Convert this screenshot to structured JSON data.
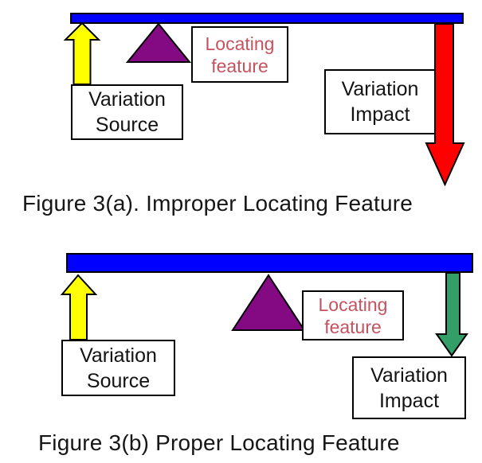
{
  "colors": {
    "beam_blue": "#0000fe",
    "arrow_yellow": "#ffff00",
    "arrow_red": "#ff0000",
    "arrow_green": "#349e68",
    "triangle_purple": "#840a84",
    "locating_text": "#c5525f",
    "diagram_text": "#131313"
  },
  "figure_a": {
    "caption": "Figure 3(a). Improper Locating Feature",
    "locating_feature_box": {
      "line1": "Locating",
      "line2": "feature"
    },
    "variation_source_box": {
      "line1": "Variation",
      "line2": "Source"
    },
    "variation_impact_box": {
      "line1": "Variation",
      "line2": "Impact"
    }
  },
  "figure_b": {
    "caption": "Figure 3(b) Proper Locating Feature",
    "locating_feature_box": {
      "line1": "Locating",
      "line2": "feature"
    },
    "variation_source_box": {
      "line1": "Variation",
      "line2": "Source"
    },
    "variation_impact_box": {
      "line1": "Variation",
      "line2": "Impact"
    }
  }
}
